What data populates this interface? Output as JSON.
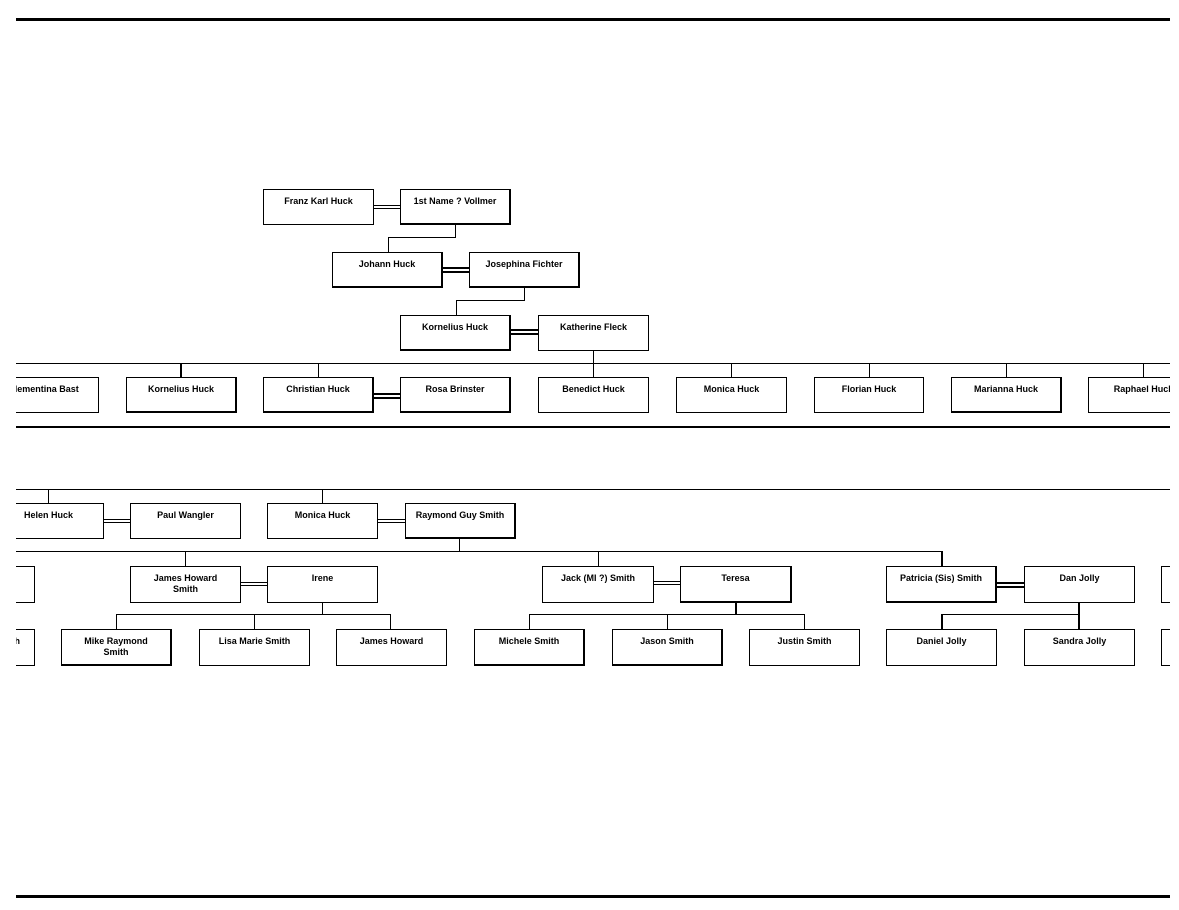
{
  "people": {
    "franz_karl_huck": "Franz Karl Huck",
    "first_name_vollmer": "1st Name ? Vollmer",
    "johann_huck": "Johann Huck",
    "josephina_fichter": "Josephina Fichter",
    "kornelius_huck_sr": "Kornelius Huck",
    "katherine_fleck": "Katherine Fleck",
    "clementina_bast": "Clementina Bast",
    "kornelius_huck_jr": "Kornelius Huck",
    "christian_huck": "Christian Huck",
    "rosa_brinster": "Rosa Brinster",
    "benedict_huck": "Benedict Huck",
    "monica_huck_top": "Monica Huck",
    "florian_huck": "Florian Huck",
    "marianna_huck": "Marianna Huck",
    "raphael_huck": "Raphael Huck",
    "helen_huck": "Helen Huck",
    "paul_wangler": "Paul Wangler",
    "monica_huck": "Monica Huck",
    "raymond_guy_smith": "Raymond Guy Smith",
    "james_howard_smith": "James Howard Smith",
    "irene": "Irene",
    "jack_smith": "Jack (MI ?) Smith",
    "teresa": "Teresa",
    "patricia_smith": "Patricia (Sis) Smith",
    "dan_jolly": "Dan Jolly",
    "partial_left_h": "h",
    "mike_raymond_smith": "Mike Raymond Smith",
    "lisa_marie_smith": "Lisa Marie Smith",
    "james_howard": "James Howard",
    "michele_smith": "Michele Smith",
    "jason_smith": "Jason Smith",
    "justin_smith": "Justin Smith",
    "daniel_jolly": "Daniel Jolly",
    "sandra_jolly": "Sandra Jolly"
  }
}
